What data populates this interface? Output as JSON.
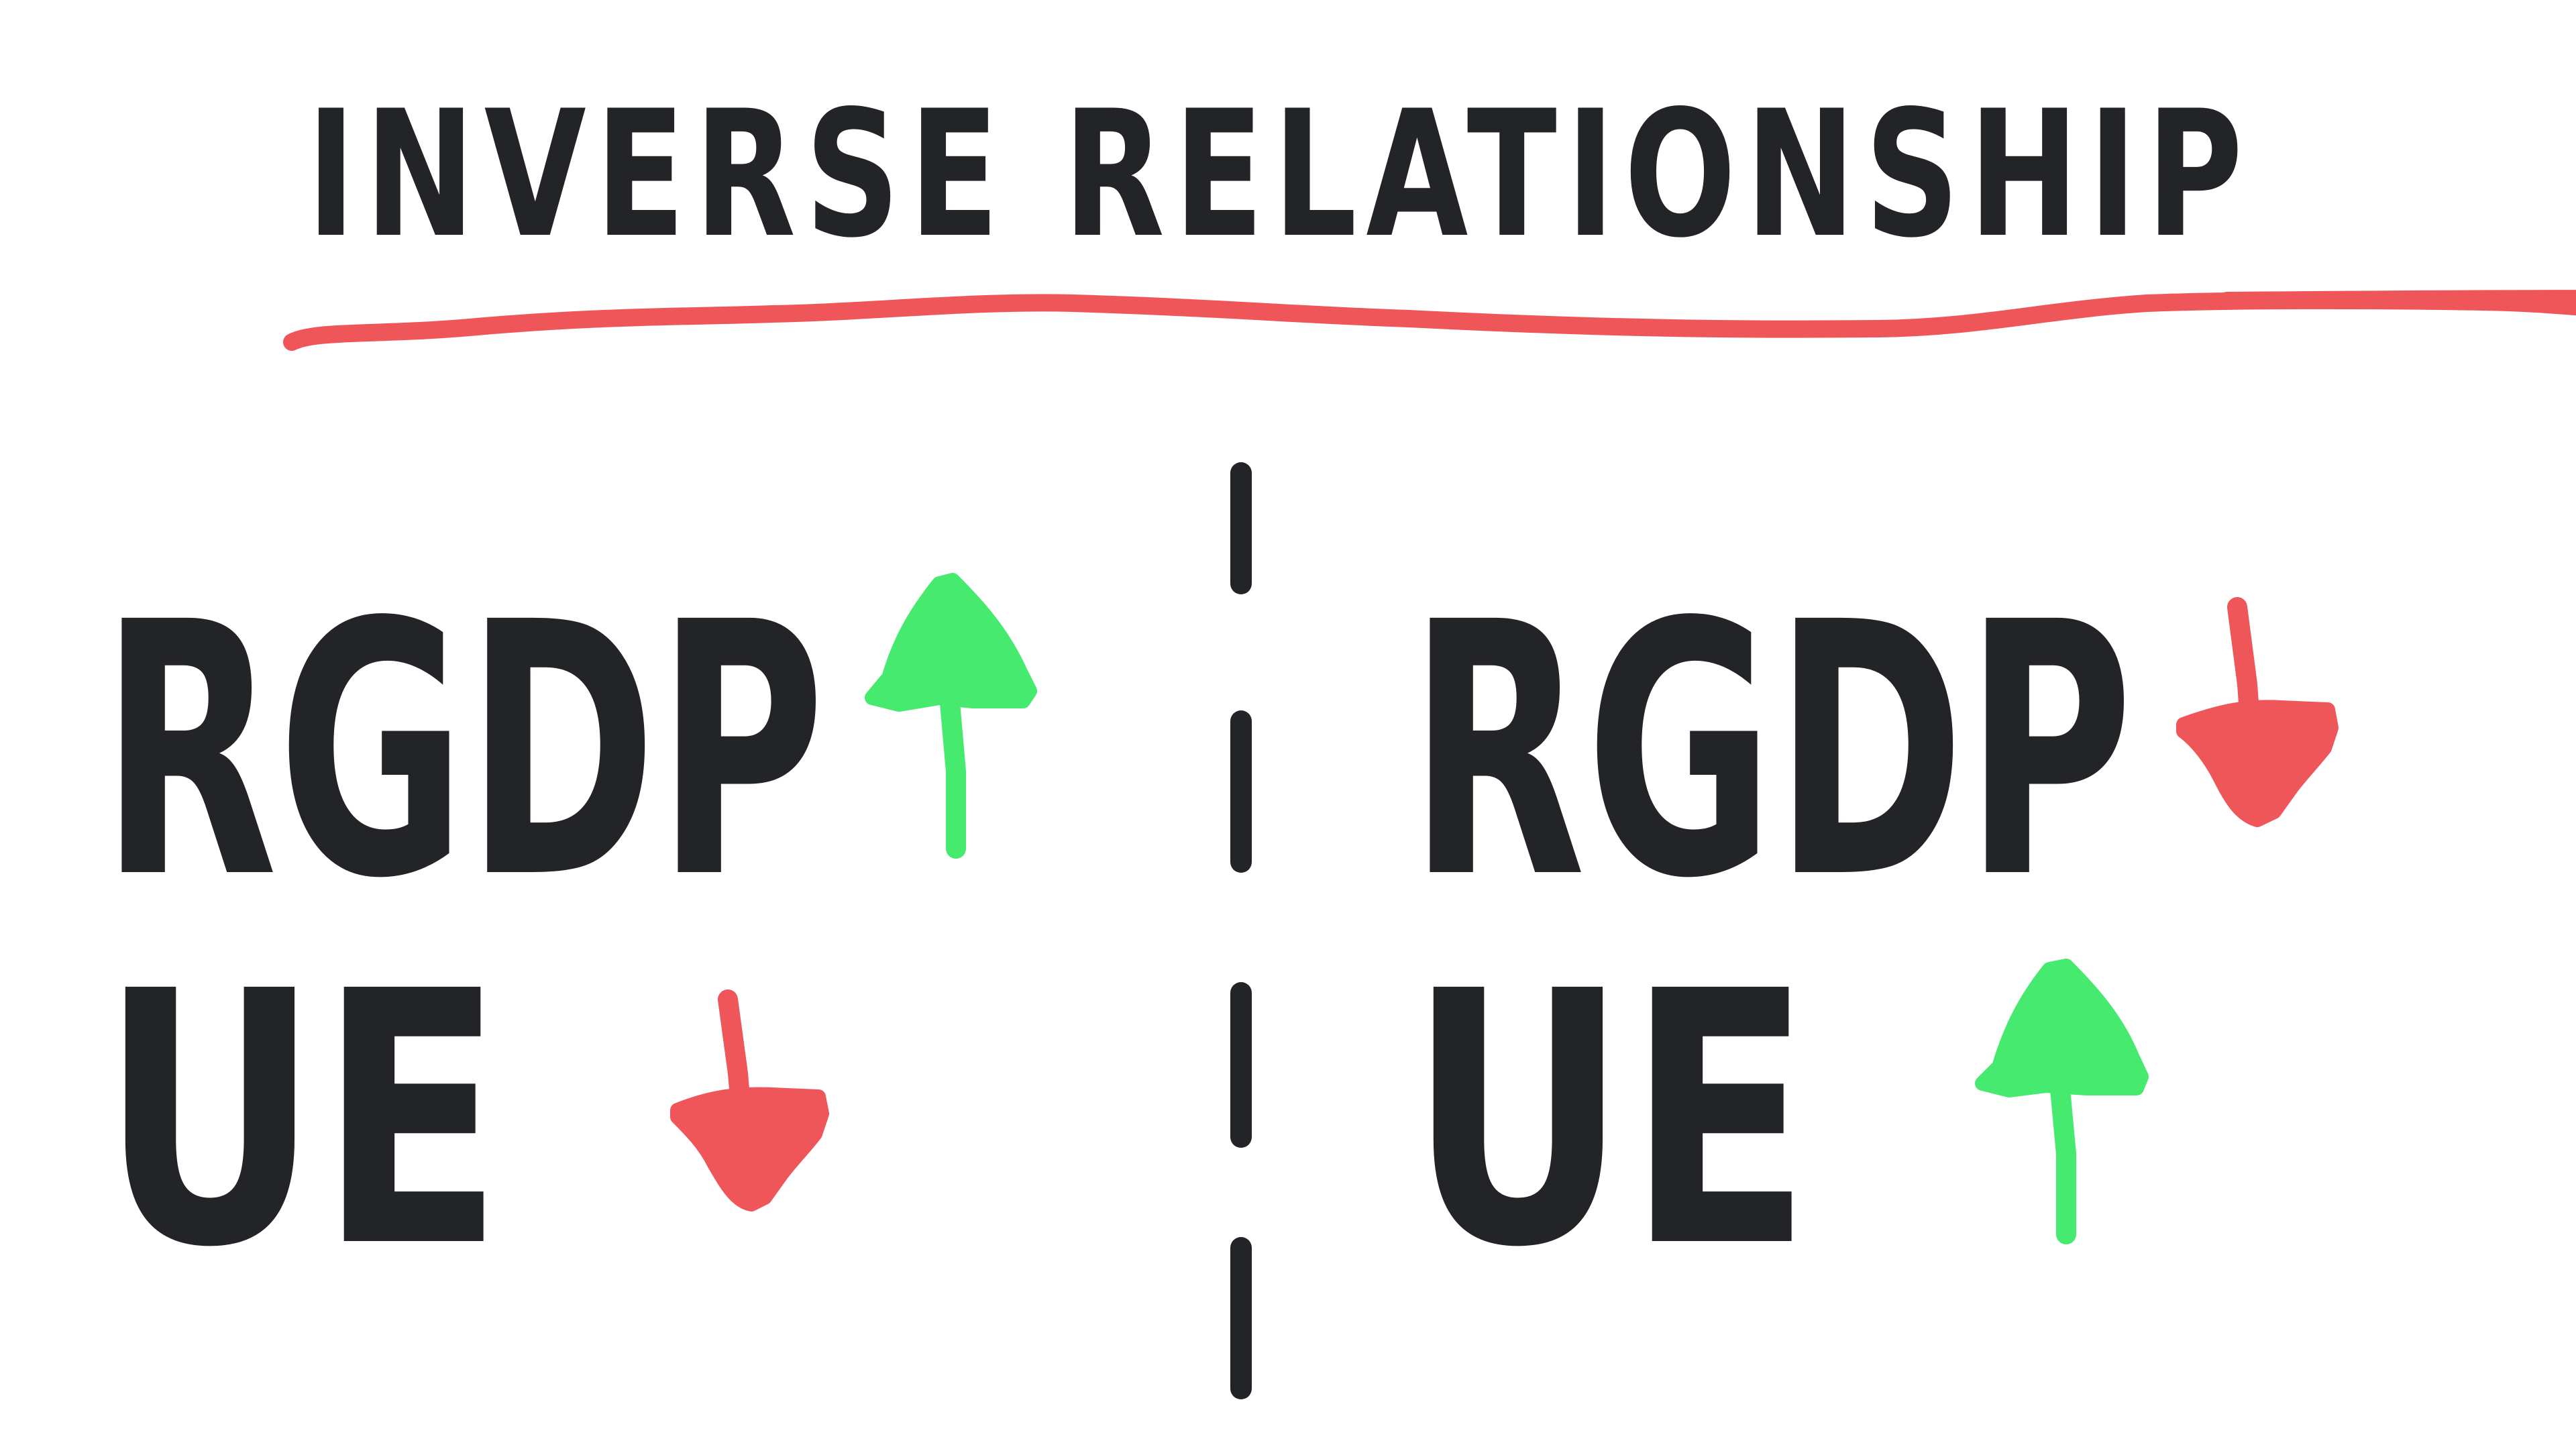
{
  "title": "INVERSE RELATIONSHIP",
  "colors": {
    "ink": "#232428",
    "up": "#46EA6E",
    "down": "#EF5659",
    "underline": "#EF5659"
  },
  "left_panel": {
    "rgdp": {
      "label": "RGDP",
      "direction": "up"
    },
    "ue": {
      "label": "UE",
      "direction": "down"
    }
  },
  "right_panel": {
    "rgdp": {
      "label": "RGDP",
      "direction": "down"
    },
    "ue": {
      "label": "UE",
      "direction": "up"
    }
  }
}
